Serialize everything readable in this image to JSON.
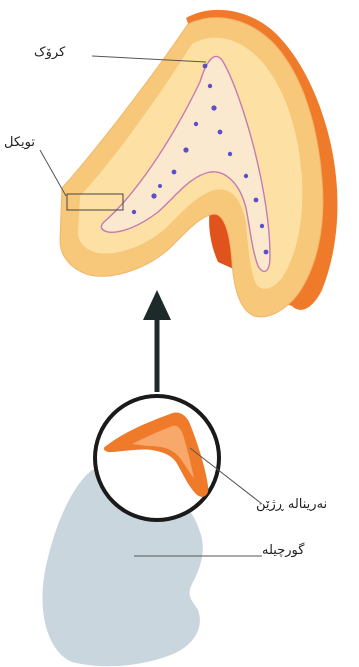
{
  "labels": {
    "medulla": "کرۆک",
    "cortex": "تویکل",
    "adrenal_gland": "نەرینالە ڕژێن",
    "kidney": "گورچیلە"
  },
  "colors": {
    "cortex_outer": "#f7c77a",
    "cortex_inner": "#fde0a4",
    "medulla": "#fbe9cf",
    "capsule_orange": "#ef7a2a",
    "capsule_red": "#e0531c",
    "medulla_dots": "#5b4fc9",
    "kidney": "#c9d6de",
    "arrow": "#1c2a2a",
    "circle": "#1a1a1a",
    "leader": "#555555"
  }
}
